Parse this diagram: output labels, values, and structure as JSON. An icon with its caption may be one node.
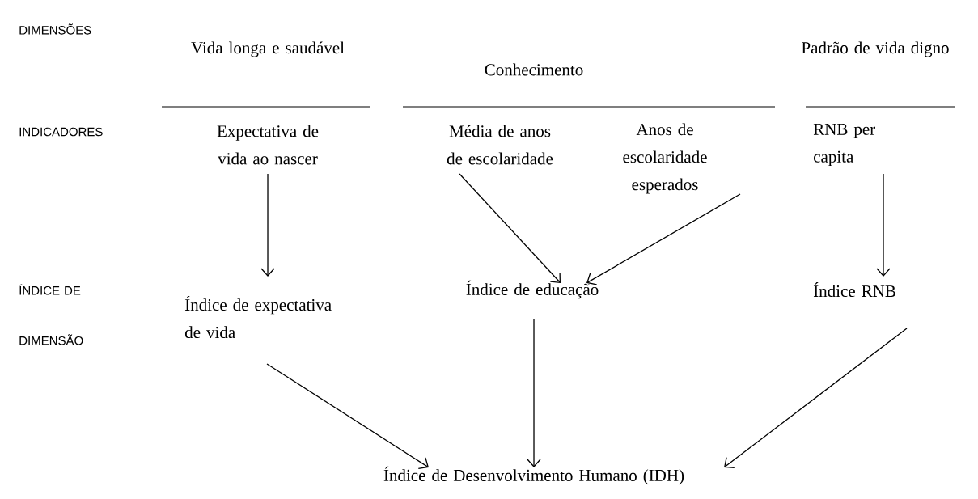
{
  "diagram": {
    "nodes": [
      {
        "text": [
          "Expectativa de vida ao nascer"
        ]
      },
      {
        "text": [
          "Média de anos de escolaridade"
        ]
      },
      {
        "text": [
          "Anos de escolaridade esperados"
        ]
      },
      {
        "text": [
          "RNB per capita"
        ]
      },
      {
        "text": [
          "Índice de expectativa de vida"
        ]
      },
      {
        "text": [
          "Índice de educação"
        ]
      },
      {
        "text": [
          "Índice RNB"
        ]
      },
      {
        "text": [
          "Índice de Desenvolvimento Humano (IDH)"
        ]
      }
    ],
    "edges": [
      {
        "from": 0,
        "to": 4,
        "arrow": "to"
      },
      {
        "from": 1,
        "to": 5,
        "arrow": "to"
      },
      {
        "from": 2,
        "to": 5,
        "arrow": "to"
      },
      {
        "from": 3,
        "to": 6,
        "arrow": "to"
      },
      {
        "from": 4,
        "to": 7,
        "arrow": "to"
      },
      {
        "from": 5,
        "to": 7,
        "arrow": "to"
      },
      {
        "from": 6,
        "to": 7,
        "arrow": "to"
      }
    ],
    "labels": [
      "DIMENSÕES",
      "Vida longa e saudável",
      "Conhecimento",
      "Padrão de vida digno",
      "INDICADORES",
      "ÍNDICE DE DIMENSÃO"
    ]
  }
}
